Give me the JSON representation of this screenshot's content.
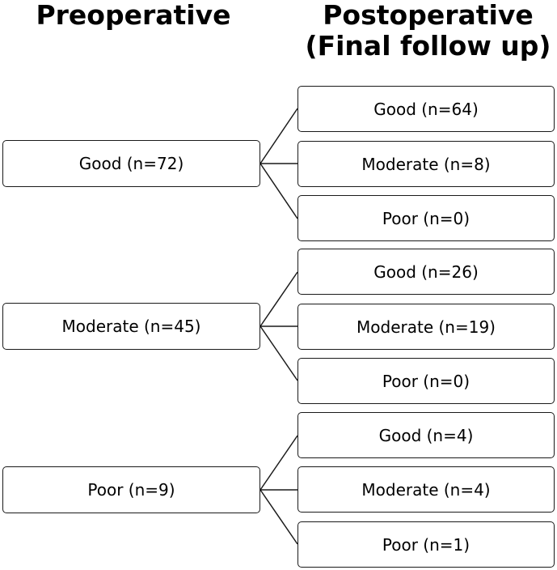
{
  "headings": {
    "preoperative": "Preoperative",
    "postoperative_line1": "Postoperative",
    "postoperative_line2": "(Final follow up)"
  },
  "groups": [
    {
      "pre": "Good (n=72)",
      "post": [
        "Good (n=64)",
        "Moderate (n=8)",
        "Poor (n=0)"
      ]
    },
    {
      "pre": "Moderate (n=45)",
      "post": [
        "Good (n=26)",
        "Moderate (n=19)",
        "Poor (n=0)"
      ]
    },
    {
      "pre": "Poor (n=9)",
      "post": [
        "Good (n=4)",
        "Moderate (n=4)",
        "Poor (n=1)"
      ]
    }
  ],
  "colors": {
    "line": "#1a1a1a",
    "background": "#ffffff"
  }
}
